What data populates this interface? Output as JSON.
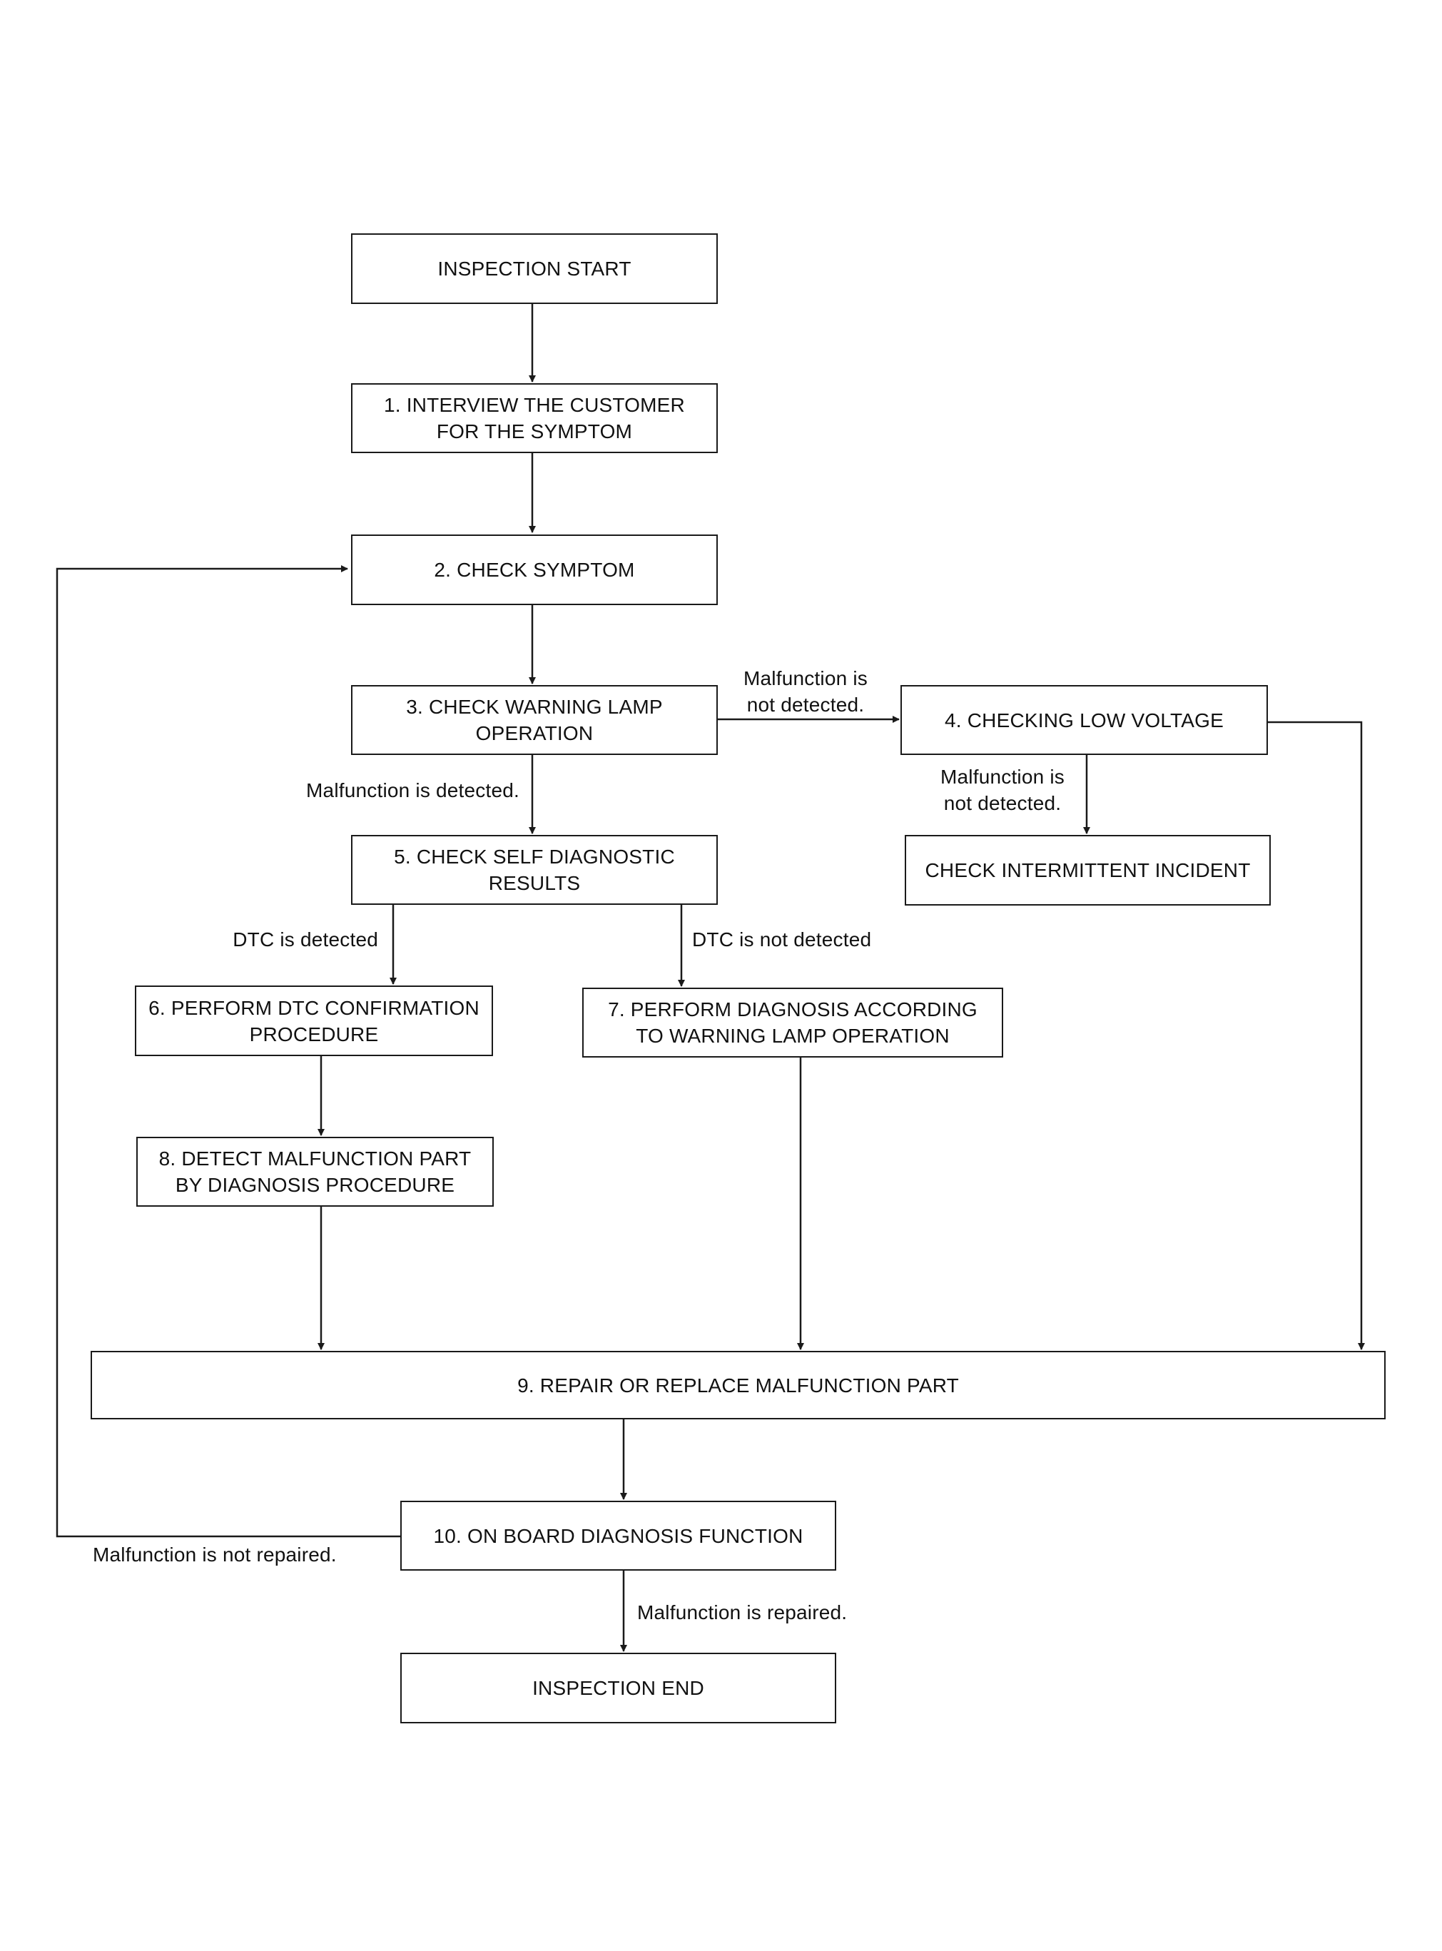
{
  "flowchart": {
    "nodes": {
      "start": "INSPECTION START",
      "step1": "1. INTERVIEW THE CUSTOMER\nFOR THE SYMPTOM",
      "step2": "2. CHECK SYMPTOM",
      "step3": "3. CHECK WARNING LAMP\nOPERATION",
      "step4": "4. CHECKING LOW VOLTAGE",
      "intermittent": "CHECK INTERMITTENT INCIDENT",
      "step5": "5. CHECK SELF DIAGNOSTIC\nRESULTS",
      "step6": "6. PERFORM DTC CONFIRMATION\nPROCEDURE",
      "step7": "7. PERFORM DIAGNOSIS ACCORDING\nTO WARNING LAMP OPERATION",
      "step8": "8. DETECT MALFUNCTION PART\nBY DIAGNOSIS PROCEDURE",
      "step9": "9. REPAIR OR REPLACE MALFUNCTION PART",
      "step10": "10. ON BOARD DIAGNOSIS FUNCTION",
      "end": "INSPECTION END"
    },
    "labels": {
      "step3_not_detected": "Malfunction is\nnot detected.",
      "step3_detected": "Malfunction is detected.",
      "step4_not_detected": "Malfunction is\nnot detected.",
      "dtc_detected": "DTC is detected",
      "dtc_not_detected": "DTC is  not detected",
      "not_repaired": "Malfunction is not repaired.",
      "repaired": "Malfunction is repaired."
    }
  }
}
